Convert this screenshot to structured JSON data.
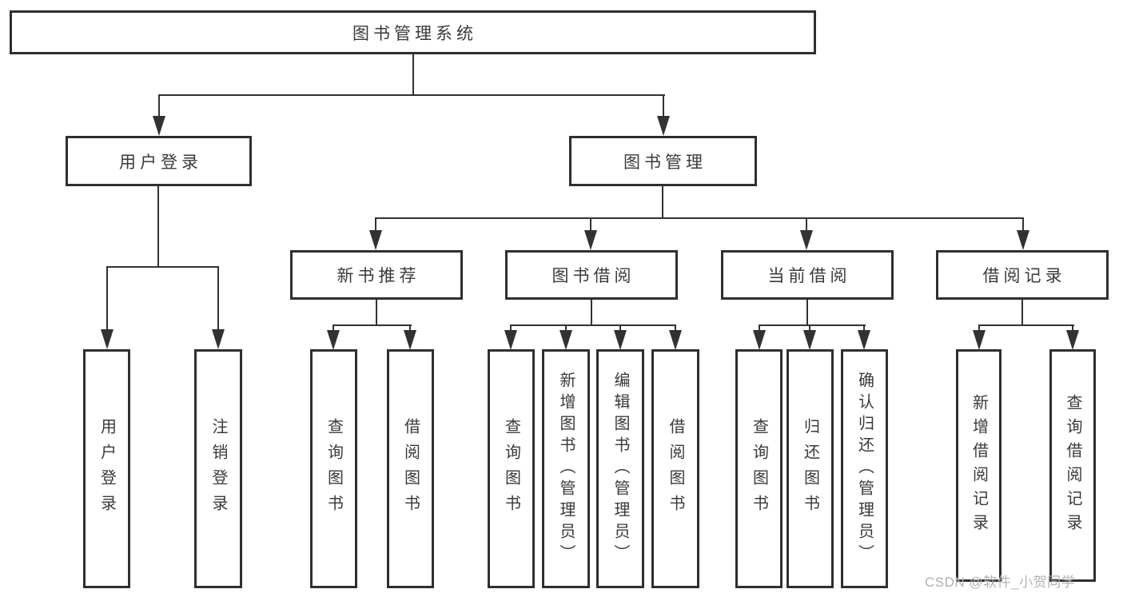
{
  "diagram": {
    "title": "图书管理系统",
    "root": {
      "label": "图书管理系统"
    },
    "branches": [
      {
        "label": "用户登录",
        "children": [
          {
            "label": "用户登录"
          },
          {
            "label": "注销登录"
          }
        ]
      },
      {
        "label": "图书管理",
        "children": [
          {
            "label": "新书推荐",
            "children": [
              {
                "label": "查询图书"
              },
              {
                "label": "借阅图书"
              }
            ]
          },
          {
            "label": "图书借阅",
            "children": [
              {
                "label": "查询图书"
              },
              {
                "label": "新增图书（管理员）"
              },
              {
                "label": "编辑图书（管理员）"
              },
              {
                "label": "借阅图书"
              }
            ]
          },
          {
            "label": "当前借阅",
            "children": [
              {
                "label": "查询图书"
              },
              {
                "label": "归还图书"
              },
              {
                "label": "确认归还（管理员）"
              }
            ]
          },
          {
            "label": "借阅记录",
            "children": [
              {
                "label": "新增借阅记录"
              },
              {
                "label": "查询借阅记录"
              }
            ]
          }
        ]
      }
    ]
  },
  "watermark": "CSDN @软件_小贺同学",
  "colors": {
    "background": "#ffffff",
    "box_border": "#2f2f2f",
    "connector_line": "#323232",
    "text": "#3a3a3a",
    "watermark_text": "#b3b0b0"
  }
}
